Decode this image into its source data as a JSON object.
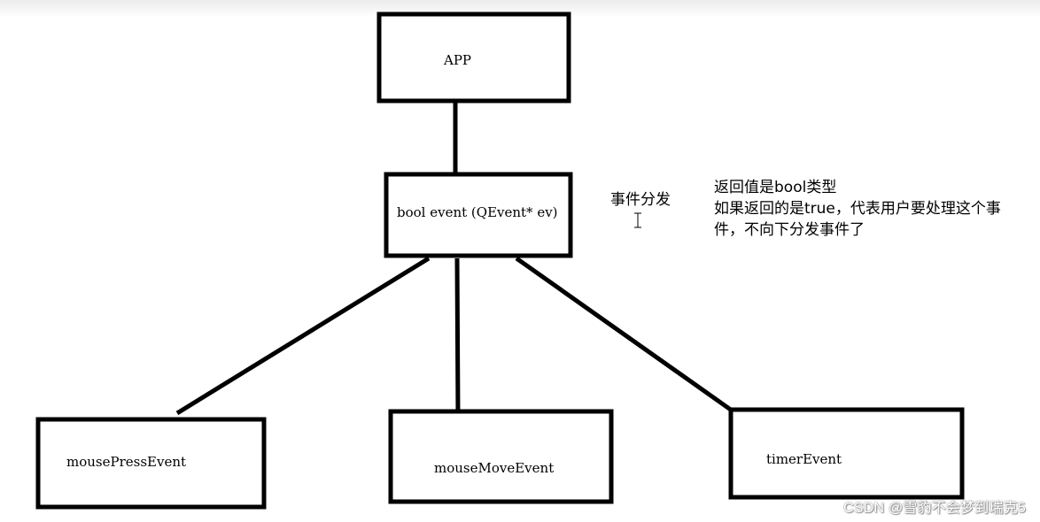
{
  "diagram": {
    "nodes": {
      "app": "APP",
      "event": "bool event (QEvent* ev)",
      "mouse_press": "mousePressEvent",
      "mouse_move": "mouseMoveEvent",
      "timer": "timerEvent"
    },
    "annotations": {
      "dispatch": "事件分发",
      "return_line_1": "返回值是bool类型",
      "return_line_2": "如果返回的是true，代表用户要处理这个事",
      "return_line_3": "件，不向下分发事件了"
    }
  },
  "watermark": "CSDN @雪豹不会梦到瑞克5",
  "colors": {
    "stroke": "#000000",
    "background": "#ffffff"
  },
  "icons": {
    "cursor": "text-cursor-icon"
  }
}
